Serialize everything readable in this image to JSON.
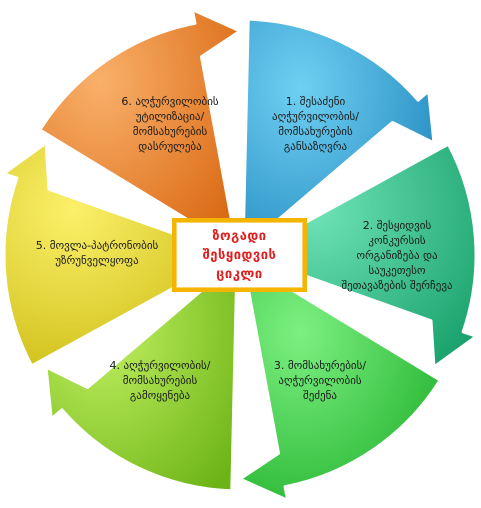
{
  "center": {
    "title": "ზოგადი\nშესყიდვის\nციკლი",
    "border_color": "#f4b400",
    "text_color": "#e02020"
  },
  "segments": [
    {
      "label": "1. შესაძენი\nაღჭურვილობის/\nმომსახურების\nგანსაზღვრა",
      "color": "#36a7d6",
      "dark": "#1b7fb0"
    },
    {
      "label": "2. შესყიდვის\nკონკურსის\nორგანიზება და\nსაუკეთესო\nშეთავაზების შერჩევა",
      "color": "#33c98e",
      "dark": "#1c9a66"
    },
    {
      "label": "3. მომსახურების/\nაღჭურვილობის\nშეძენა",
      "color": "#3ed24a",
      "dark": "#22a02c"
    },
    {
      "label": "4. აღჭურვილობის/\nმომსახურების\nგამოყენება",
      "color": "#8fd42a",
      "dark": "#62a812"
    },
    {
      "label": "5. მოვლა-პატრონობის\nუზრუნველყოფა",
      "color": "#e6d81e",
      "dark": "#b7a80a"
    },
    {
      "label": "6. აღჭურვილობის\nუტილიზაცია/\nმომსახურების\nდასრულება",
      "color": "#f0842a",
      "dark": "#c65c10"
    }
  ]
}
